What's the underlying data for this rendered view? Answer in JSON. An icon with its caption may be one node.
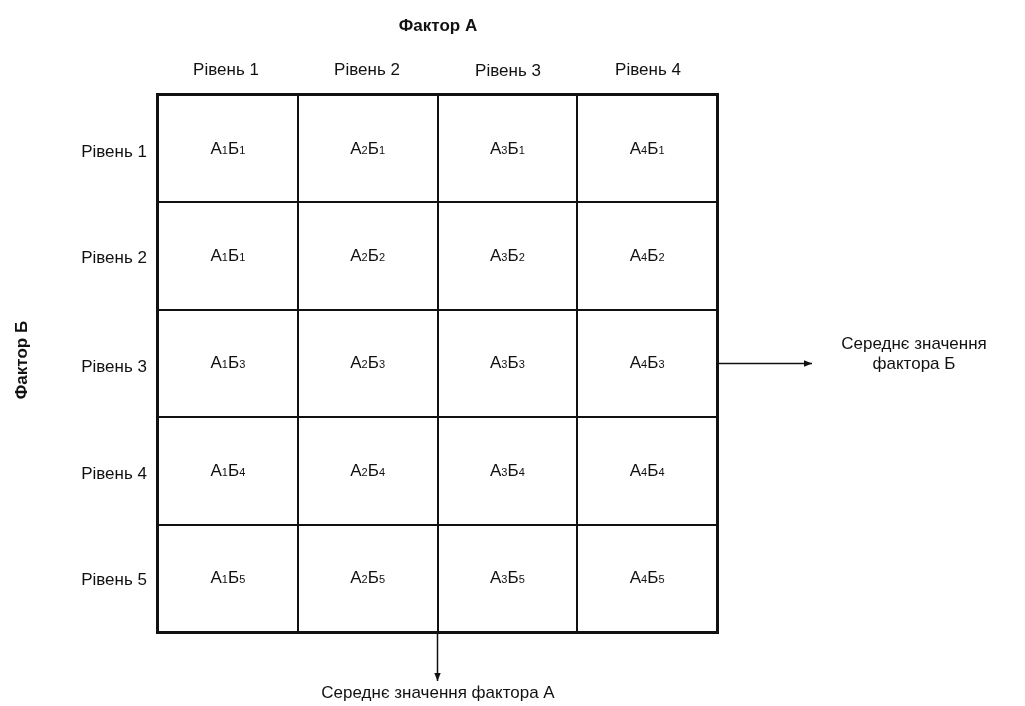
{
  "diagram": {
    "nodes": [
      {
        "text": [],
        "shape": "box"
      },
      {
        "text": [
          "А$_{1}$Б$_{1}$"
        ],
        "in": 0
      },
      {
        "text": [
          "А$_{2}$Б$_{1}$"
        ],
        "in": 0
      },
      {
        "text": [
          "А$_{3}$Б$_{1}$"
        ],
        "in": 0
      },
      {
        "text": [
          "А$_{4}$Б$_{1}$"
        ],
        "in": 0
      },
      {
        "text": [
          "А$_{1}$Б$_{1}$"
        ],
        "in": 0
      },
      {
        "text": [
          "А$_{2}$Б$_{2}$"
        ],
        "in": 0
      },
      {
        "text": [
          "А$_{3}$Б$_{2}$"
        ],
        "in": 0
      },
      {
        "text": [
          "А$_{4}$Б$_{2}$"
        ],
        "in": 0
      },
      {
        "text": [
          "А$_{1}$Б$_{3}$"
        ],
        "in": 0
      },
      {
        "text": [
          "А$_{2}$Б$_{3}$"
        ],
        "in": 0
      },
      {
        "text": [
          "А$_{3}$Б$_{3}$"
        ],
        "in": 0
      },
      {
        "text": [
          "А$_{4}$Б$_{3}$"
        ],
        "in": 0
      },
      {
        "text": [
          "А$_{1}$Б$_{4}$"
        ],
        "in": 0
      },
      {
        "text": [
          "А$_{2}$Б$_{4}$"
        ],
        "in": 0
      },
      {
        "text": [
          "А$_{3}$Б$_{4}$"
        ],
        "in": 0
      },
      {
        "text": [
          "А$_{4}$Б$_{4}$"
        ],
        "in": 0
      },
      {
        "text": [
          "А$_{1}$Б$_{5}$"
        ],
        "in": 0
      },
      {
        "text": [
          "А$_{2}$Б$_{5}$"
        ],
        "in": 0
      },
      {
        "text": [
          "А$_{3}$Б$_{5}$"
        ],
        "in": 0
      },
      {
        "text": [
          "А$_{4}$Б$_{5}$"
        ],
        "in": 0
      },
      {
        "text": [
          "Середнє значення фактора Б"
        ]
      },
      {
        "text": [
          "Середнє значення фактора А"
        ]
      }
    ],
    "edges": [
      {
        "from": 12,
        "to": 21,
        "arrow": "to"
      },
      {
        "from": 0,
        "to": 22,
        "arrow": "to"
      }
    ],
    "labels": [
      "Фактор А",
      "Рівень 1",
      "Рівень 2",
      "Рівень 3",
      "Рівень 4",
      "Фактор Б",
      "Рівень 1",
      "Рівень 2",
      "Рівень 3",
      "Рівень 4",
      "Рівень 5"
    ]
  }
}
